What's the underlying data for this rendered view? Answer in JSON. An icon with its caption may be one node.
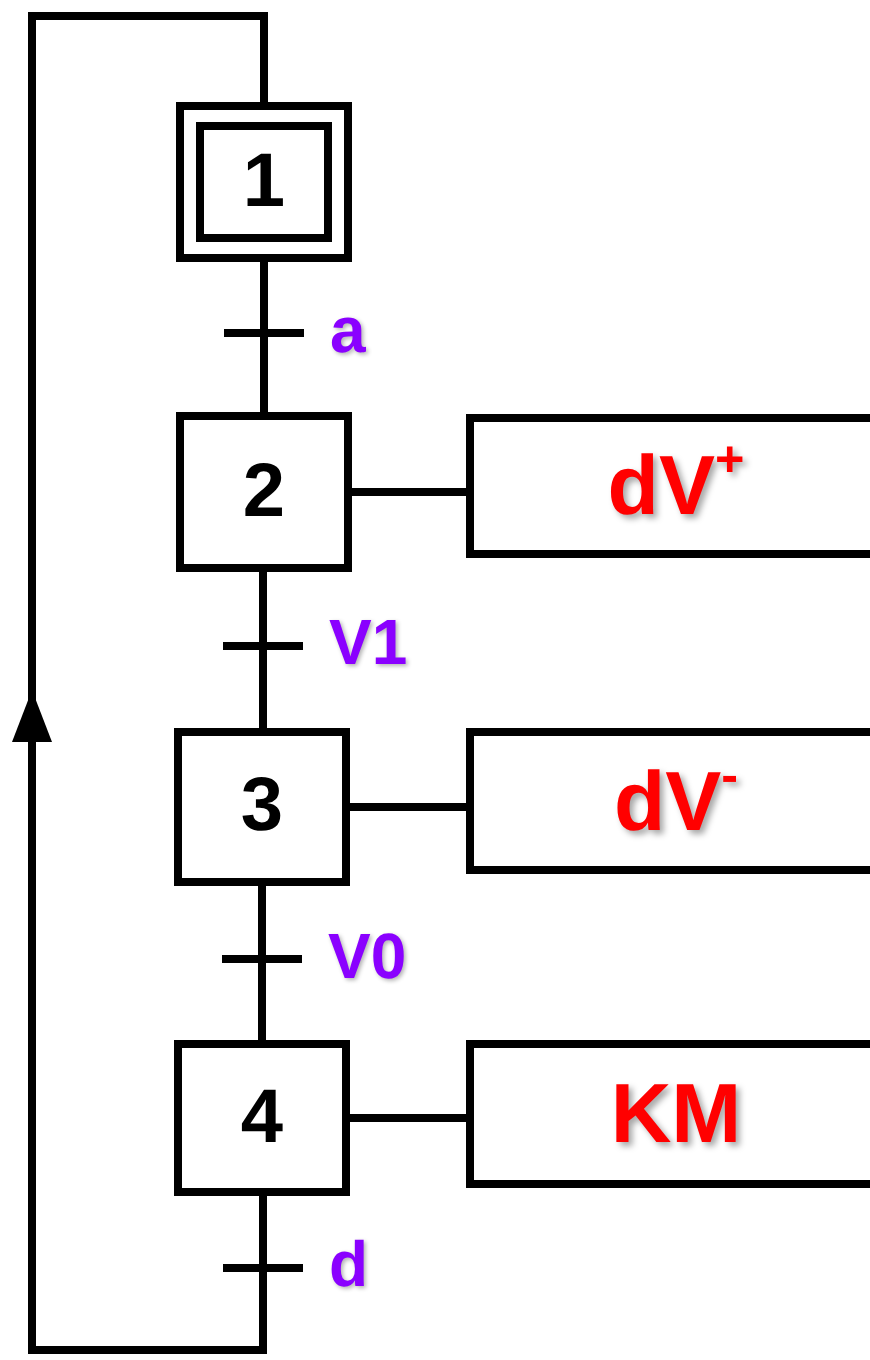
{
  "diagram": {
    "nodes": [
      {
        "text": [
          "1"
        ]
      },
      {
        "text": [
          "2"
        ]
      },
      {
        "text": [
          "3"
        ]
      },
      {
        "text": [
          "4"
        ]
      },
      {
        "text": [
          "dV$^{+}$"
        ]
      },
      {
        "text": [
          "dV$^{-}$"
        ]
      },
      {
        "text": [
          "KM"
        ]
      }
    ],
    "edges": [
      {
        "from": 0,
        "to": 1,
        "arrow": "none",
        "label": "a"
      },
      {
        "from": 1,
        "to": 2,
        "arrow": "none",
        "label": "V1"
      },
      {
        "from": 2,
        "to": 3,
        "arrow": "none",
        "label": "V0"
      },
      {
        "from": 3,
        "to": 0,
        "arrow": "to",
        "label": "d"
      },
      {
        "from": 1,
        "to": 4,
        "arrow": "none"
      },
      {
        "from": 2,
        "to": 5,
        "arrow": "none"
      },
      {
        "from": 3,
        "to": 6,
        "arrow": "none"
      }
    ]
  }
}
